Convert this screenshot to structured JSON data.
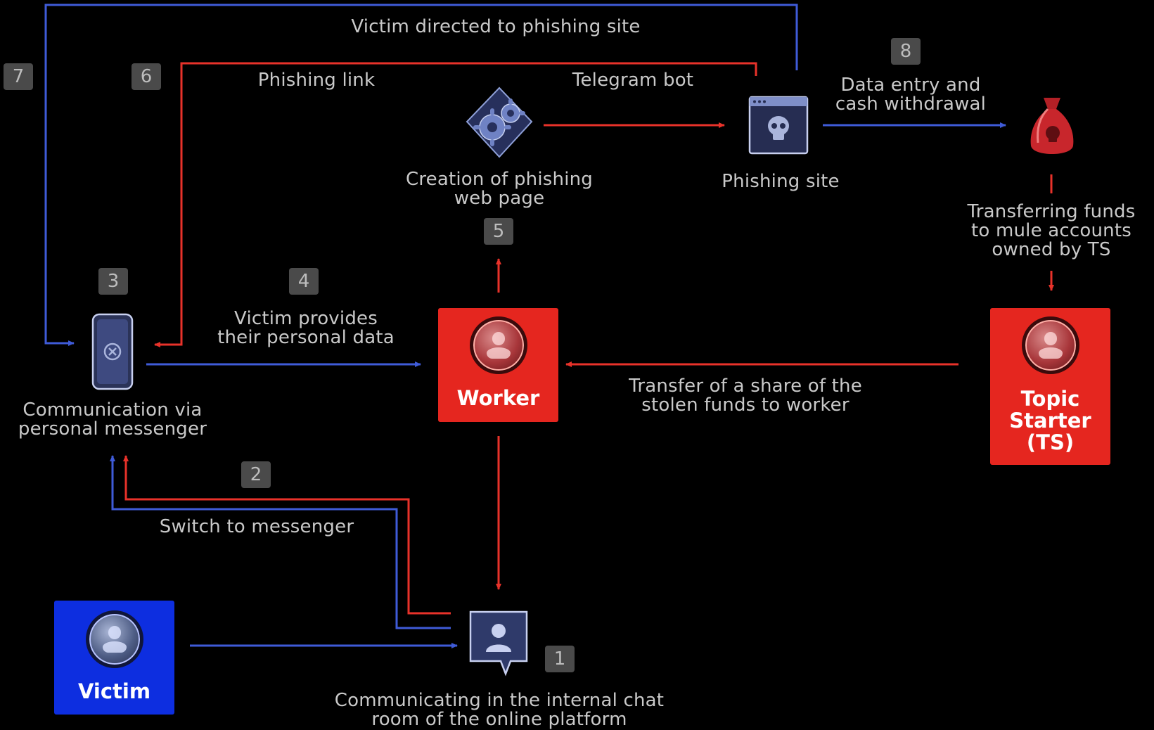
{
  "colors": {
    "background": "#000000",
    "red_flow": "#e8322a",
    "blue_flow": "#3f5bd8",
    "worker_box": "#e5261f",
    "ts_box": "#e5261f",
    "victim_box": "#0d2ee0",
    "text": "#c9c9c9",
    "badge": "#4a4a4a"
  },
  "actors": {
    "victim": "Victim",
    "worker": "Worker",
    "topic_starter": "Topic\nStarter\n(TS)"
  },
  "steps": {
    "s1": {
      "number": "1",
      "label": "Communicating in the internal chat\nroom of the online platform"
    },
    "s2": {
      "number": "2",
      "label": "Switch to messenger"
    },
    "s3": {
      "number": "3",
      "label": "Communication via\npersonal messenger"
    },
    "s4": {
      "number": "4",
      "label": "Victim provides\ntheir personal data"
    },
    "s5": {
      "number": "5",
      "label": "Creation of phishing\nweb page"
    },
    "s6": {
      "number": "6",
      "label": "Phishing link"
    },
    "s7": {
      "number": "7",
      "label": "Victim directed to phishing site"
    },
    "s8": {
      "number": "8",
      "label": "Data entry and\ncash withdrawal"
    }
  },
  "labels": {
    "telegram_bot": "Telegram bot",
    "phishing_site": "Phishing site",
    "transfer_to_mules": "Transferring funds\nto mule accounts\nowned by TS",
    "share_to_worker": "Transfer of a share of the\nstolen funds to worker"
  },
  "icons": {
    "gears": "gears-icon",
    "browser": "phishing-browser-icon",
    "money_bag": "money-bag-icon",
    "phone": "smartphone-icon",
    "chat": "chat-bubble-icon",
    "person": "person-icon"
  }
}
